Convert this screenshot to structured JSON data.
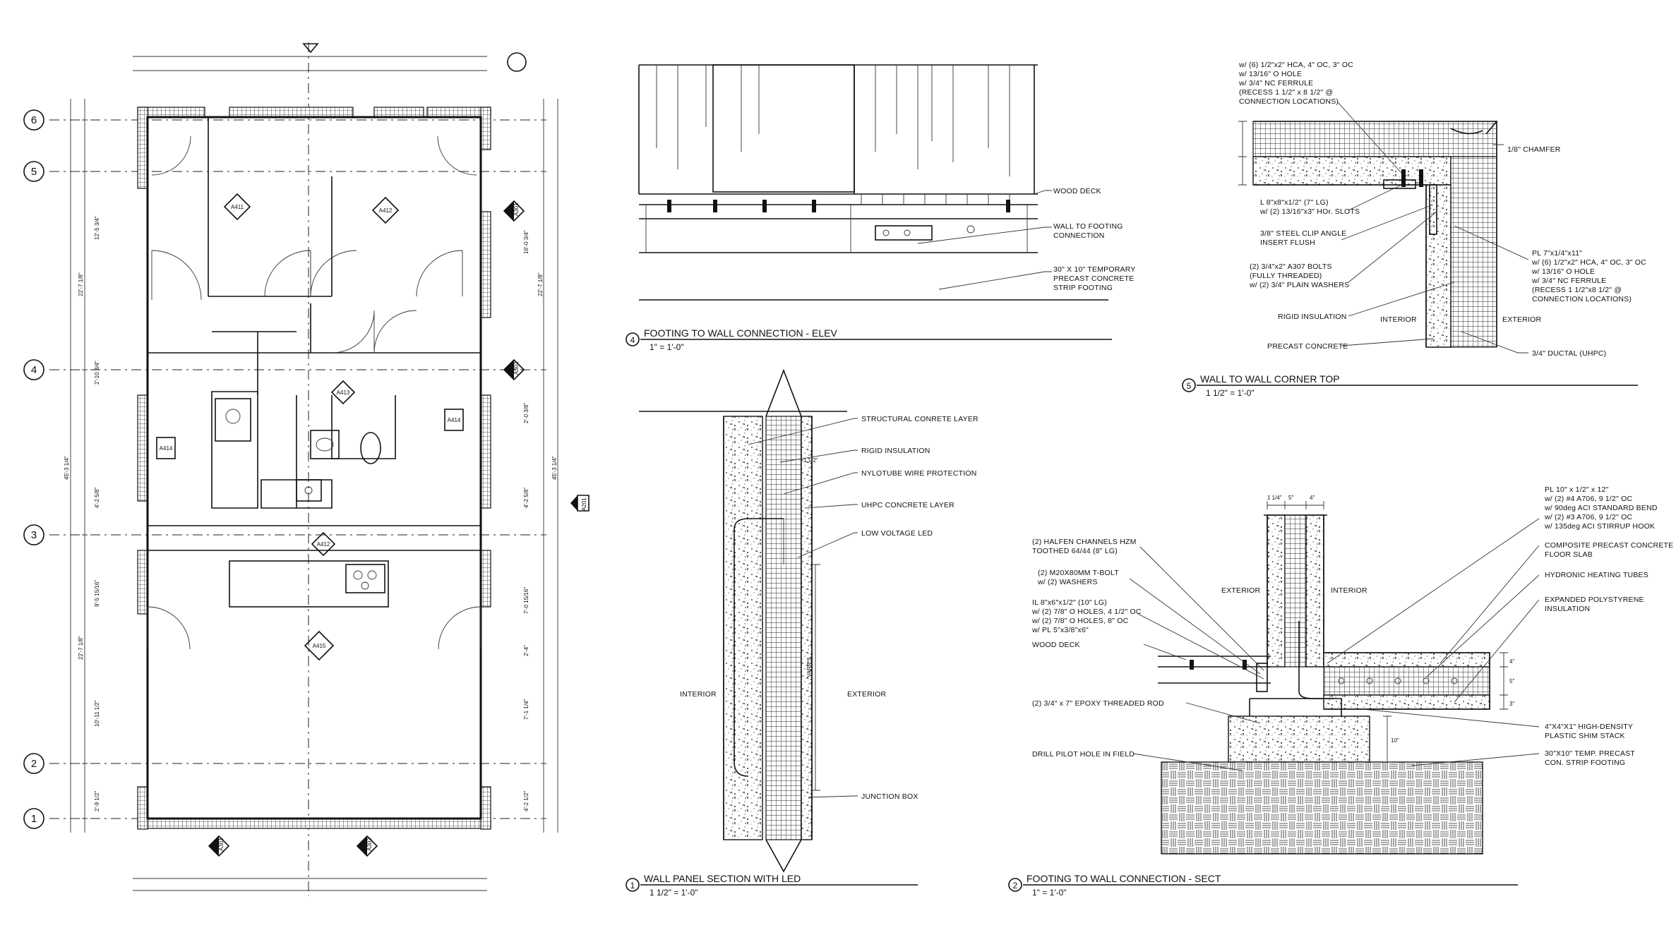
{
  "grid_bubbles": [
    "6",
    "5",
    "4",
    "3",
    "2",
    "1"
  ],
  "plan": {
    "room_tags": [
      "A411",
      "A412",
      "A413",
      "A414",
      "A414",
      "A415",
      "A412"
    ],
    "section_tags": [
      "A301",
      "A302",
      "A301",
      "A302",
      "A201"
    ],
    "dims_left": [
      "12'-5 3/4\"",
      "2'-10 3/4\"",
      "22'-7 1/8\"",
      "9'-5 15/16\"",
      "22'-7 1/8\"",
      "10'-11 1/2\"",
      "2'-9 1/2\"",
      "4'-2 5/8\"",
      "45'-3 1/4\""
    ],
    "dims_right": [
      "16'-0 3/4\"",
      "2'-0 3/8\"",
      "4'-2 5/8\"",
      "7'-0 15/16\"",
      "2'-4\"",
      "7'-1 1/4\"",
      "4'-2 1/2\"",
      "22'-7 1/8\"",
      "45'-3 1/4\""
    ]
  },
  "details": {
    "d4": {
      "number": "4",
      "title": "FOOTING TO WALL CONNECTION - ELEV",
      "scale": "1\" = 1'-0\"",
      "notes": [
        "WOOD DECK",
        "WALL TO FOOTING",
        "CONNECTION",
        "30\" X 10\" TEMPORARY",
        "PRECAST CONCRETE",
        "STRIP FOOTING"
      ]
    },
    "d5": {
      "number": "5",
      "title": "WALL TO WALL CORNER TOP",
      "scale": "1 1/2\" = 1'-0\"",
      "notes_top": [
        "w/ (6) 1/2\"x2\" HCA, 4\" OC, 3\" OC",
        "w/ 13/16\" O HOLE",
        "w/ 3/4\" NC FERRULE",
        "(RECESS 1 1/2\" x 8 1/2\" @",
        "CONNECTION LOCATIONS)"
      ],
      "notes_left": [
        "L 8\"x8\"x1/2\" (7\" LG)",
        "w/ (2) 13/16\"x3\" HOr. SLOTS",
        "3/8\" STEEL CLIP ANGLE",
        "INSERT FLUSH",
        "(2) 3/4\"x2\" A307 BOLTS",
        "(FULLY THREADED)",
        "w/ (2) 3/4\" PLAIN WASHERS",
        "RIGID INSULATION",
        "PRECAST CONCRETE"
      ],
      "notes_right": [
        "1/8\" CHAMFER",
        "PL 7\"x1/4\"x11\"",
        "w/ (6) 1/2\"x2\" HCA, 4\" OC, 3\" OC",
        "w/ 13/16\" O HOLE",
        "w/ 3/4\" NC FERRULE",
        "(RECESS 1 1/2\"x8 1/2\" @",
        "CONNECTION LOCATIONS)",
        "3/4\" DUCTAL (UHPC)"
      ],
      "interior": "INTERIOR",
      "exterior": "EXTERIOR"
    },
    "d1": {
      "number": "1",
      "title": "WALL PANEL SECTION WITH LED",
      "scale": "1 1/2\" = 1'-0\"",
      "notes": [
        "STRUCTURAL CONRETE LAYER",
        "RIGID INSULATION",
        "NYLOTUBE WIRE PROTECTION",
        "UHPC CONCRETE LAYER",
        "LOW VOLTAGE LED",
        "JUNCTION BOX"
      ],
      "interior": "INTERIOR",
      "exterior": "EXTERIOR",
      "varies": "VARIES",
      "dim": "1 1/2\""
    },
    "d2": {
      "number": "2",
      "title": "FOOTING TO WALL CONNECTION - SECT",
      "scale": "1\" = 1'-0\"",
      "notes_left": [
        "(2) HALFEN CHANNELS HZM",
        "TOOTHED 64/44 (8\" LG)",
        "(2) M20X80MM T-BOLT",
        "w/ (2) WASHERS",
        "IL 8\"x6\"x1/2\" (10\" LG)",
        "w/ (2) 7/8\" O HOLES, 4 1/2\" OC",
        "w/ (2) 7/8\" O HOLES, 8\" OC",
        "w/ PL 5\"x3/8\"x6\"",
        "WOOD DECK",
        "(2) 3/4\" x 7\" EPOXY THREADED ROD",
        "DRILL PILOT HOLE IN FIELD"
      ],
      "notes_right": [
        "PL 10\" x 1/2\" x 12\"",
        "w/ (2) #4 A706, 9 1/2\" OC",
        "w/ 90deg ACI STANDARD BEND",
        "w/ (2) #3 A706, 9 1/2\" OC",
        "w/ 135deg ACI STIRRUP HOOK",
        "COMPOSITE PRECAST CONCRETE",
        "FLOOR SLAB",
        "HYDRONIC HEATING TUBES",
        "EXPANDED POLYSTYRENE",
        "INSULATION",
        "4\"X4\"X1\" HIGH-DENSITY",
        "PLASTIC SHIM STACK",
        "30\"X10\" TEMP. PRECAST",
        "CON. STRIP FOOTING"
      ],
      "exterior": "EXTERIOR",
      "interior": "INTERIOR",
      "dims": [
        "1 1/4\"",
        "5\"",
        "4\"",
        "4\"",
        "5\"",
        "3\"",
        "10\""
      ]
    }
  }
}
